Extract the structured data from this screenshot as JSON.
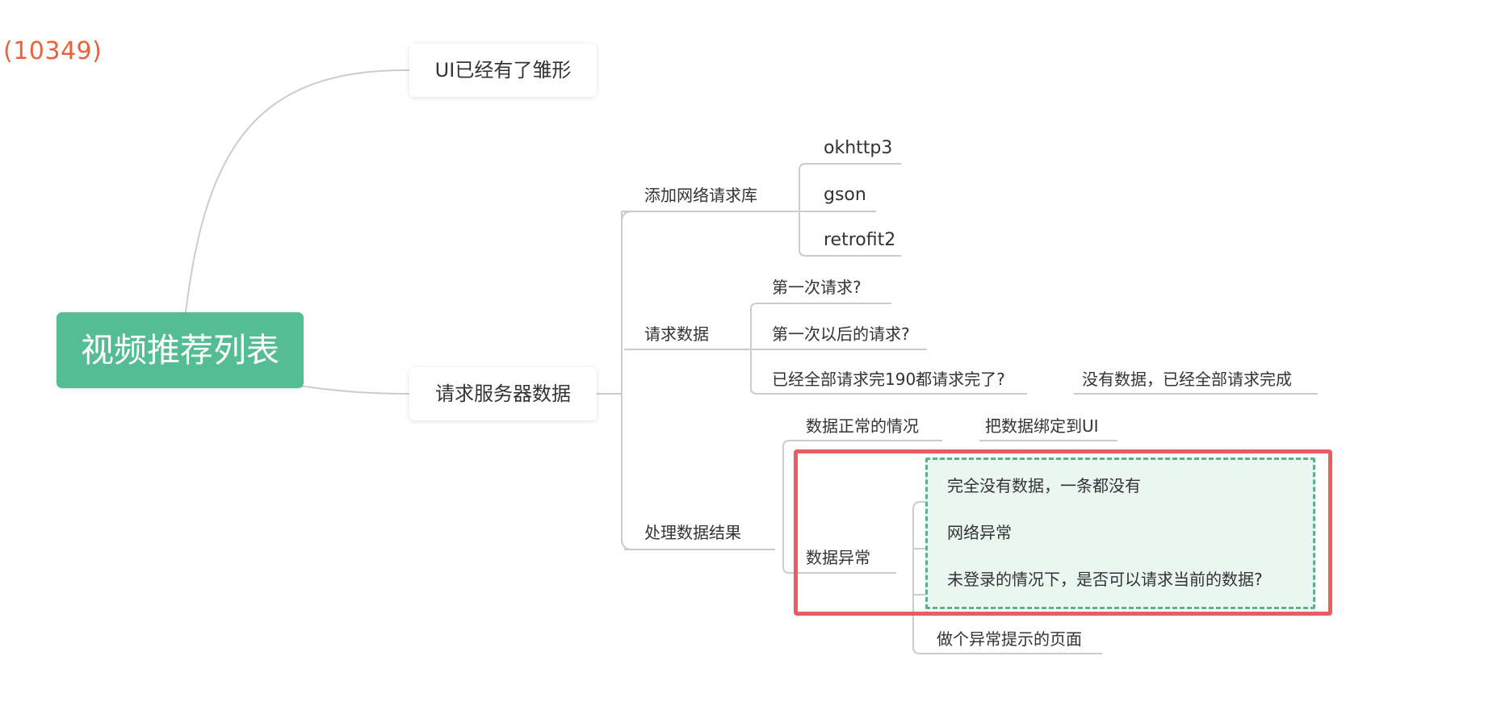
{
  "corner_code": "(10349)",
  "root": {
    "label": "视频推荐列表"
  },
  "branches": {
    "ui": {
      "label": "UI已经有了雏形"
    },
    "server": {
      "label": "请求服务器数据",
      "add_library": {
        "label": "添加网络请求库",
        "items": [
          "okhttp3",
          "gson",
          "retrofit2"
        ]
      },
      "request_data": {
        "label": "请求数据",
        "items": [
          "第一次请求?",
          "第一次以后的请求?",
          "已经全部请求完190都请求完了?"
        ],
        "all_done_note": "没有数据，已经全部请求完成"
      },
      "handle_result": {
        "label": "处理数据结果",
        "normal": {
          "label": "数据正常的情况",
          "action": "把数据绑定到UI"
        },
        "abnormal": {
          "label": "数据异常",
          "cases": [
            "完全没有数据，一条都没有",
            "网络异常",
            "未登录的情况下，是否可以请求当前的数据?"
          ],
          "action": "做个异常提示的页面"
        }
      }
    }
  },
  "colors": {
    "root_fill": "#55bd93",
    "connector": "#cccccc",
    "highlight_border": "#ee5a5f",
    "dashed_border": "#5fae93",
    "dashed_fill": "#eaf6f0",
    "corner_code": "#e8623a"
  }
}
